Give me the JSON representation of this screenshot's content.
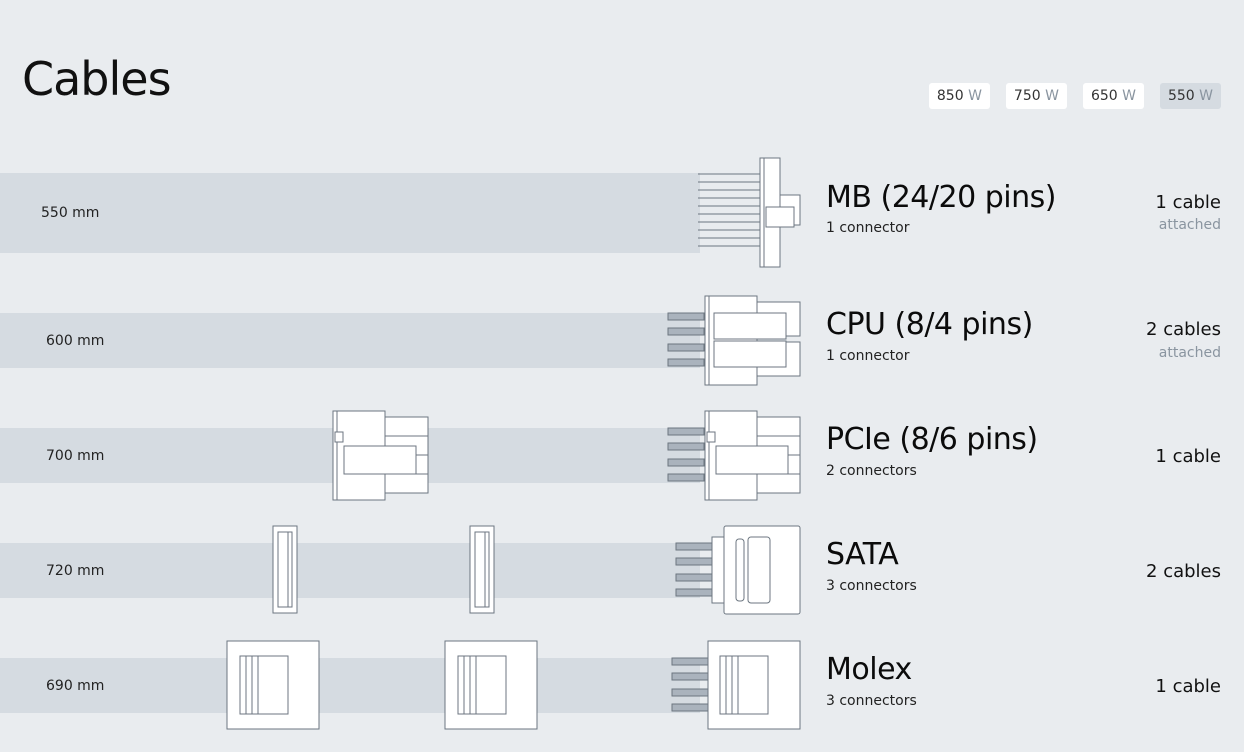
{
  "page": {
    "title": "Cables"
  },
  "wattage_tabs": [
    {
      "value": "850",
      "unit": "W"
    },
    {
      "value": "750",
      "unit": "W"
    },
    {
      "value": "650",
      "unit": "W"
    },
    {
      "value": "550",
      "unit": "W"
    }
  ],
  "selected_wattage": "550 W",
  "cables": [
    {
      "length": "550 mm",
      "name": "MB (24/20 pins)",
      "connectors": "1 connector",
      "count": "1 cable",
      "attached": "attached"
    },
    {
      "length": "600 mm",
      "name": "CPU (8/4 pins)",
      "connectors": "1 connector",
      "count": "2 cables",
      "attached": "attached"
    },
    {
      "length": "700 mm",
      "name": "PCIe (8/6 pins)",
      "connectors": "2 connectors",
      "count": "1 cable"
    },
    {
      "length": "720 mm",
      "name": "SATA",
      "connectors": "3 connectors",
      "count": "2 cables"
    },
    {
      "length": "690 mm",
      "name": "Molex",
      "connectors": "3 connectors",
      "count": "1 cable"
    }
  ],
  "colors": {
    "background": "#e9ecef",
    "band": "#d5dbe1",
    "wire": "#aab3bd",
    "active_tab": "#d5dbe1",
    "muted_text": "#8a95a0"
  }
}
